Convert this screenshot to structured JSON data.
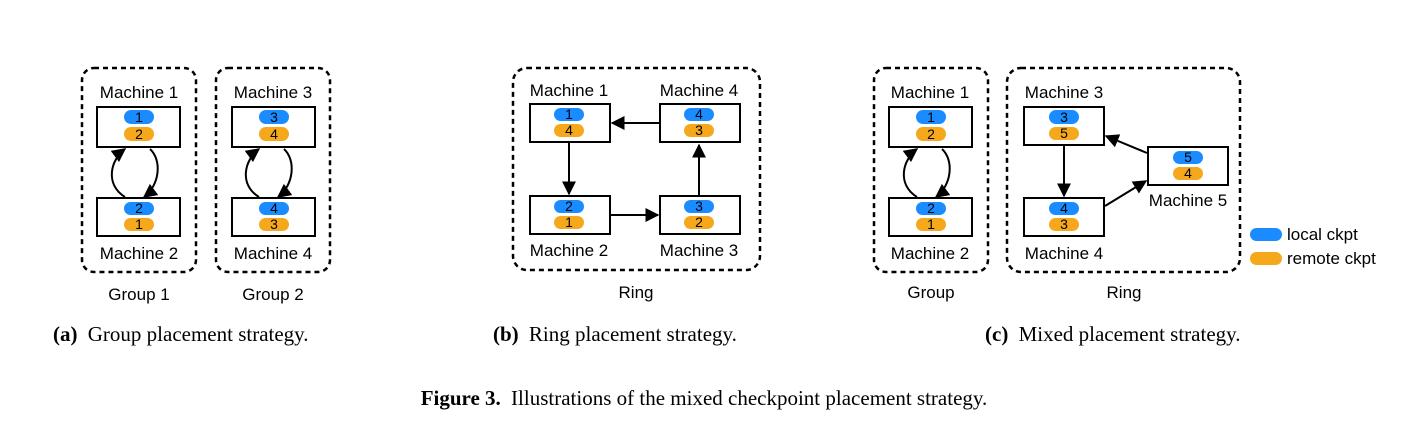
{
  "colors": {
    "local": "#1a8cff",
    "remote": "#f5a81c"
  },
  "legend": {
    "local": "local ckpt",
    "remote": "remote ckpt"
  },
  "panel_a": {
    "machines": [
      {
        "name": "Machine 1",
        "local": "1",
        "remote": "2"
      },
      {
        "name": "Machine 2",
        "local": "2",
        "remote": "1"
      },
      {
        "name": "Machine 3",
        "local": "3",
        "remote": "4"
      },
      {
        "name": "Machine 4",
        "local": "4",
        "remote": "3"
      }
    ],
    "groups": [
      "Group 1",
      "Group 2"
    ],
    "caption_label": "(a)",
    "caption_text": "Group placement strategy."
  },
  "panel_b": {
    "machines": [
      {
        "name": "Machine 1",
        "local": "1",
        "remote": "4"
      },
      {
        "name": "Machine 4",
        "local": "4",
        "remote": "3"
      },
      {
        "name": "Machine 2",
        "local": "2",
        "remote": "1"
      },
      {
        "name": "Machine 3",
        "local": "3",
        "remote": "2"
      }
    ],
    "group": "Ring",
    "caption_label": "(b)",
    "caption_text": "Ring placement strategy."
  },
  "panel_c": {
    "machines": [
      {
        "name": "Machine 1",
        "local": "1",
        "remote": "2"
      },
      {
        "name": "Machine 2",
        "local": "2",
        "remote": "1"
      },
      {
        "name": "Machine 3",
        "local": "3",
        "remote": "5"
      },
      {
        "name": "Machine 4",
        "local": "4",
        "remote": "3"
      },
      {
        "name": "Machine 5",
        "local": "5",
        "remote": "4"
      }
    ],
    "groups": [
      "Group",
      "Ring"
    ],
    "caption_label": "(c)",
    "caption_text": "Mixed placement strategy."
  },
  "figure": {
    "label": "Figure 3.",
    "text": "Illustrations of the mixed checkpoint placement strategy."
  }
}
